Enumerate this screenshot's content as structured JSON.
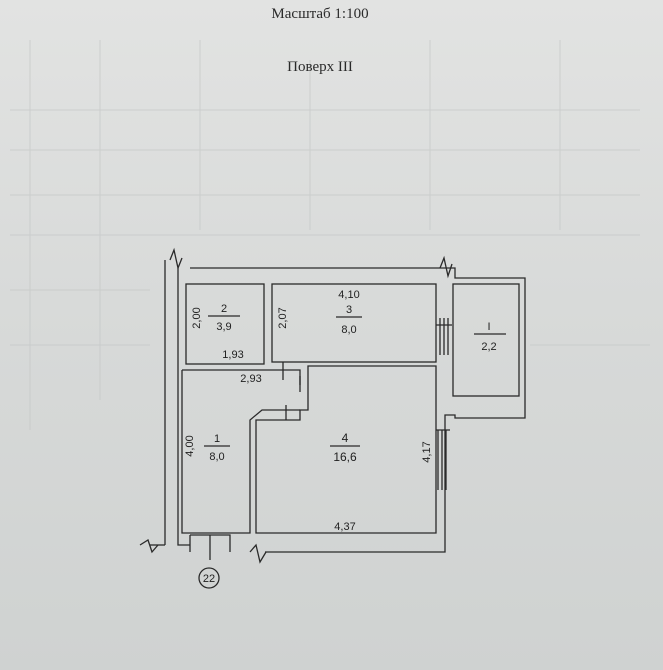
{
  "header": {
    "scale": "Масштаб 1:100",
    "floor": "Поверх III"
  },
  "rooms": [
    {
      "num": "1",
      "area": "8,0",
      "dims": [
        "4,00",
        "1,93"
      ]
    },
    {
      "num": "2",
      "area": "3,9",
      "dims": [
        "2,00"
      ]
    },
    {
      "num": "3",
      "area": "8,0",
      "dims": [
        "4,10",
        "2,07",
        "2,93"
      ]
    },
    {
      "num": "4",
      "area": "16,6",
      "dims": [
        "4,37",
        "4,17"
      ]
    },
    {
      "num": "I",
      "area": "2,2",
      "dims": []
    }
  ],
  "building_number": "22",
  "colors": {
    "paper": "#d8dad9",
    "ink": "#1f1f1f"
  }
}
